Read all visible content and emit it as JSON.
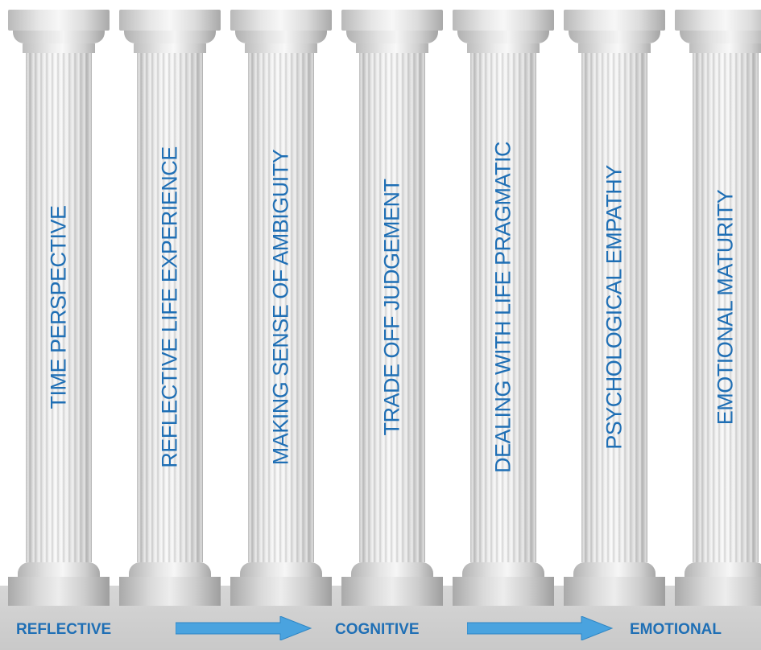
{
  "pillars": [
    {
      "label": "TIME PERSPECTIVE"
    },
    {
      "label": "REFLECTIVE LIFE EXPERIENCE"
    },
    {
      "label": "MAKING SENSE OF AMBIGUITY"
    },
    {
      "label": "TRADE OFF JUDGEMENT"
    },
    {
      "label": "DEALING WITH LIFE PRAGMATIC"
    },
    {
      "label": "PSYCHOLOGICAL EMPATHY"
    },
    {
      "label": "EMOTIONAL MATURITY"
    }
  ],
  "footer": {
    "stage_1": "REFLECTIVE",
    "stage_2": "COGNITIVE",
    "stage_3": "EMOTIONAL"
  },
  "colors": {
    "label_blue": "#1f6fb5",
    "arrow_blue": "#4aa3df",
    "ground_gray": "#cfcfcf"
  }
}
